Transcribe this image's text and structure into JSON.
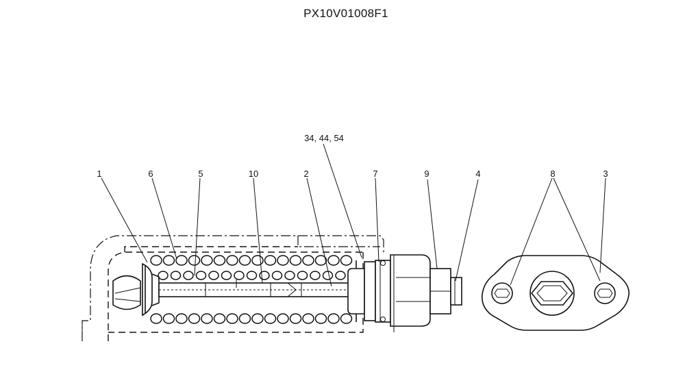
{
  "diagram": {
    "title": "PX10V01008F1",
    "labels": {
      "l1": "1",
      "l6": "6",
      "l5": "5",
      "l10": "10",
      "l2": "2",
      "l34": "34, 44, 54",
      "l7": "7",
      "l9": "9",
      "l4": "4",
      "l8": "8",
      "l3": "3"
    }
  }
}
